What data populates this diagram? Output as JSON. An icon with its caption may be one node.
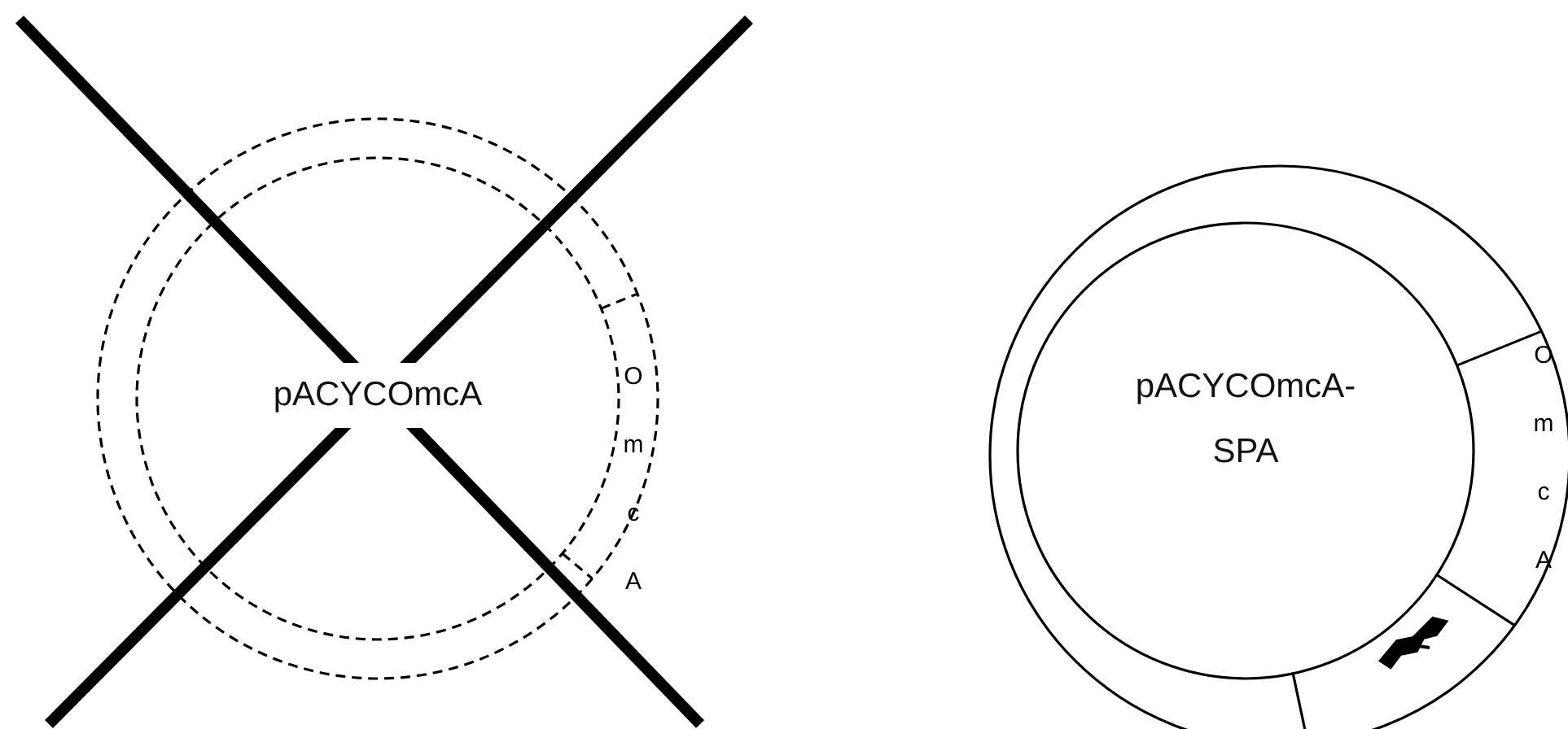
{
  "diagram": {
    "nodes": [
      {
        "text": [
          "pACYCOmcA"
        ]
      },
      {
        "text": [
          "O m c A"
        ],
        "in": 0
      },
      {
        "text": [
          "pACYCOmcA- SPA"
        ]
      },
      {
        "text": [
          "O m c A"
        ],
        "in": 2
      },
      {
        "text": [],
        "shape": "picture",
        "in": 2
      }
    ]
  }
}
